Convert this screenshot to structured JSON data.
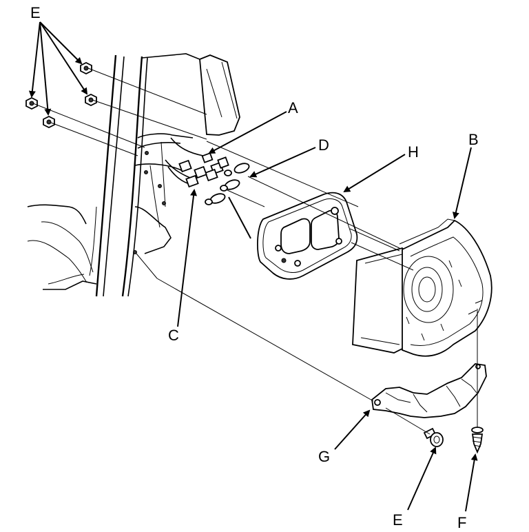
{
  "labels": {
    "A": "A",
    "B": "B",
    "C": "C",
    "D": "D",
    "E_top": "E",
    "E_bottom": "E",
    "F": "F",
    "G": "G",
    "H": "H"
  }
}
